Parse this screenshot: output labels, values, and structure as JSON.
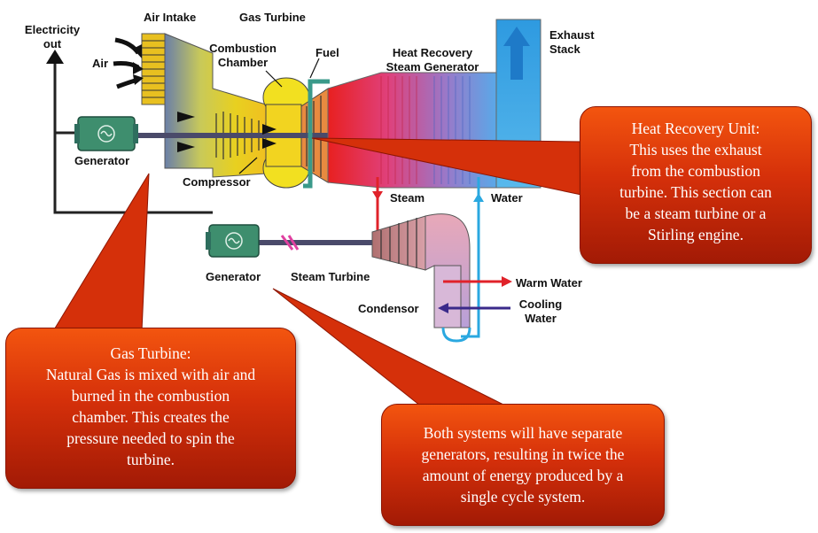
{
  "labels": {
    "electricity_out": "Electricity\nout",
    "air_intake": "Air Intake",
    "gas_turbine": "Gas Turbine",
    "combustion_chamber": "Combustion\nChamber",
    "fuel": "Fuel",
    "heat_recovery_steam_generator": "Heat Recovery\nSteam Generator",
    "exhaust_stack": "Exhaust\nStack",
    "air": "Air",
    "generator_top": "Generator",
    "compressor": "Compressor",
    "steam": "Steam",
    "water": "Water",
    "generator_bottom": "Generator",
    "steam_turbine": "Steam Turbine",
    "condensor": "Condensor",
    "warm_water": "Warm Water",
    "cooling_water": "Cooling\nWater"
  },
  "callouts": {
    "heat_recovery": {
      "title": "Heat Recovery Unit:",
      "lines": [
        "This uses the exhaust",
        "from the combustion",
        "turbine.  This section can",
        "be a steam turbine or a",
        "Stirling engine."
      ]
    },
    "gas_turbine": {
      "title": "Gas Turbine:",
      "lines": [
        "Natural Gas is mixed with air and",
        "burned in the combustion",
        "chamber.   This creates the",
        "pressure needed to spin the",
        "turbine."
      ]
    },
    "both_systems": {
      "lines": [
        "Both systems will have separate",
        "generators, resulting in twice the",
        "amount of energy produced by a",
        "single cycle system."
      ]
    }
  },
  "colors": {
    "callout": "#d5300a",
    "steam_line": "#e0222a",
    "water_line": "#2aa8e0",
    "cooling_line": "#3a2a8a",
    "stack": "#3aa0e0",
    "generator": "#3e8e6e"
  }
}
